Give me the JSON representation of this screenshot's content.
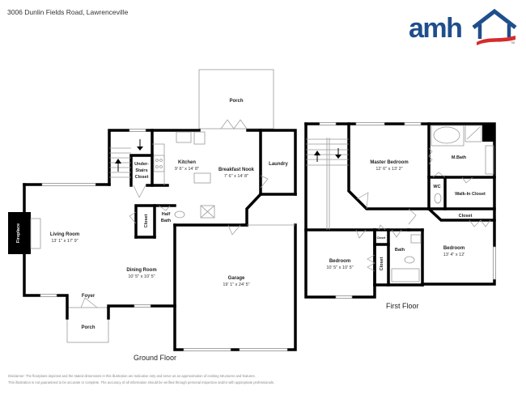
{
  "header": {
    "address": "3006 Dunlin Fields Road, Lawrenceville"
  },
  "logo": {
    "text": "amh",
    "brand_color": "#1f4e8c",
    "accent_color": "#d62b2b",
    "trademark": "TM"
  },
  "ground_floor": {
    "label": "Ground Floor",
    "rooms": {
      "porch_back": {
        "name": "Porch"
      },
      "kitchen": {
        "name": "Kitchen",
        "dims": "9' 6\" x 14' 8\""
      },
      "breakfast_nook": {
        "name": "Breakfast Nook",
        "dims": "7' 6\" x 14' 8\""
      },
      "laundry": {
        "name": "Laundry"
      },
      "under_stairs_closet": {
        "name_lines": [
          "Under-",
          "Stairs",
          "Closet"
        ]
      },
      "half_bath": {
        "name_lines": [
          "Half",
          "Bath"
        ]
      },
      "closet": {
        "name": "Closet"
      },
      "fireplace": {
        "name": "Fireplace"
      },
      "living_room": {
        "name": "Living Room",
        "dims": "13' 1\" x 17' 9\""
      },
      "dining_room": {
        "name": "Dining Room",
        "dims": "10' 5\" x 10' 5\""
      },
      "foyer": {
        "name": "Foyer"
      },
      "porch_front": {
        "name": "Porch"
      },
      "garage": {
        "name": "Garage",
        "dims": "19' 1\" x 24' 5\""
      }
    }
  },
  "first_floor": {
    "label": "First Floor",
    "rooms": {
      "master_bedroom": {
        "name": "Master Bedroom",
        "dims": "12' 6\" x 13' 2\""
      },
      "master_bath": {
        "name": "M.Bath"
      },
      "wc": {
        "name": "WC"
      },
      "walk_in_closet": {
        "name": "Walk-In Closet"
      },
      "closet_hall": {
        "name": "Closet"
      },
      "bedroom_left": {
        "name": "Bedroom",
        "dims": "10' 5\" x 10' 5\""
      },
      "closet_small": {
        "name": "Closet"
      },
      "closet_tall": {
        "name": "Closet"
      },
      "bath": {
        "name": "Bath"
      },
      "bedroom_right": {
        "name": "Bedroom",
        "dims": "13' 4\" x 12'"
      }
    }
  },
  "disclaimer": {
    "line1": "Disclaimer: The floorplans depicted and the stated dimensions in this illustration are indicative only and serve as an approximation of existing structures and features.",
    "line2": "This illustration is not guaranteed to be accurate or complete. The accuracy of all information should be verified through personal inspection and/or with appropriate professionals."
  }
}
